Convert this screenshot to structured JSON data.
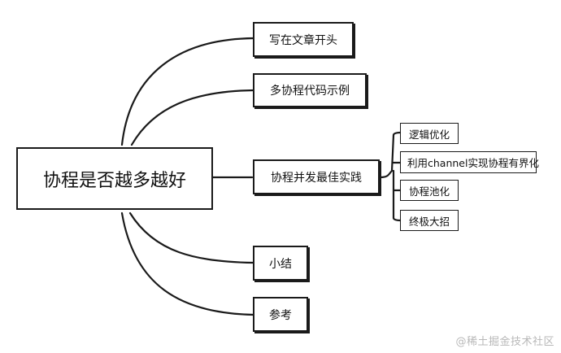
{
  "root": {
    "label": "协程是否越多越好"
  },
  "branches": [
    {
      "label": "写在文章开头"
    },
    {
      "label": "多协程代码示例"
    },
    {
      "label": "协程并发最佳实践",
      "children": [
        {
          "label": "逻辑优化"
        },
        {
          "label": "利用channel实现协程有界化"
        },
        {
          "label": "协程池化"
        },
        {
          "label": "终极大招"
        }
      ]
    },
    {
      "label": "小结"
    },
    {
      "label": "参考"
    }
  ],
  "watermark": "@稀土掘金技术社区",
  "colors": {
    "line": "#1a1a1a",
    "box_border": "#1a1a1a",
    "watermark": "#b8b8b8"
  }
}
